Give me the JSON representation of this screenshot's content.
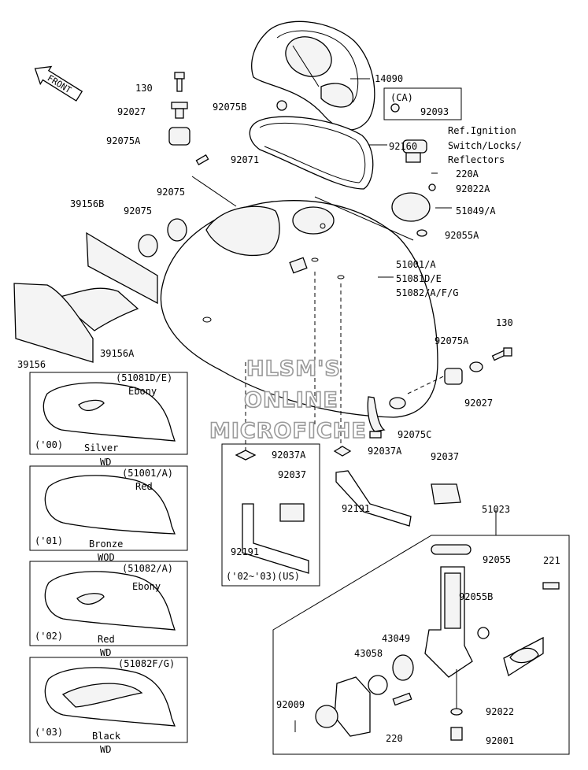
{
  "front_label": "FRONT",
  "watermark": [
    "HLSM'S",
    "ONLINE",
    "MICROFICHE"
  ],
  "callouts": {
    "c14090": "14090",
    "c130_top": "130",
    "c92027_top": "92027",
    "c92075A_top": "92075A",
    "c92075B": "92075B",
    "c92071": "92071",
    "c92160": "92160",
    "ca": "(CA)",
    "c92093": "92093",
    "ref1": "Ref.Ignition",
    "ref2": "Switch/Locks/",
    "ref3": "Reflectors",
    "c220_top": "220A",
    "c92022A": "92022A",
    "c51049": "51049/A",
    "c92055A": "92055A",
    "c92075_1": "92075",
    "c92075_2": "92075",
    "c39156B": "39156B",
    "c39156A": "39156A",
    "c39156": "39156",
    "t1": "51001/A",
    "t2": "51081D/E",
    "t3": "51082/A/F/G",
    "c130_right": "130",
    "c92075A_right": "92075A",
    "c92027_right": "92027",
    "c92075C": "92075C",
    "c92037A_l": "92037A",
    "c92037A_r": "92037A",
    "c92037_l": "92037",
    "c92037_r": "92037",
    "c92191_l": "92191",
    "c92191_r": "92191",
    "years_us": "('02~'03)(US)",
    "c51023": "51023",
    "c92055": "92055",
    "c221": "221",
    "c92055B": "92055B",
    "c43049": "43049",
    "c43058": "43058",
    "c92009": "92009",
    "c92022": "92022",
    "c220_bot": "220",
    "c92001": "92001"
  },
  "variants": [
    {
      "code": "(51081D/E)",
      "color_top": "Ebony",
      "color_bottom": "Silver",
      "suffix": "WD",
      "year": "('00)"
    },
    {
      "code": "(51001/A)",
      "color_top": "Red",
      "color_bottom": "Bronze",
      "suffix": "WOD",
      "year": "('01)"
    },
    {
      "code": "(51082/A)",
      "color_top": "Ebony",
      "color_bottom": "Red",
      "suffix": "WD",
      "year": "('02)"
    },
    {
      "code": "(51082F/G)",
      "color_top": "",
      "color_bottom": "Black",
      "suffix": "WD",
      "year": "('03)"
    }
  ]
}
